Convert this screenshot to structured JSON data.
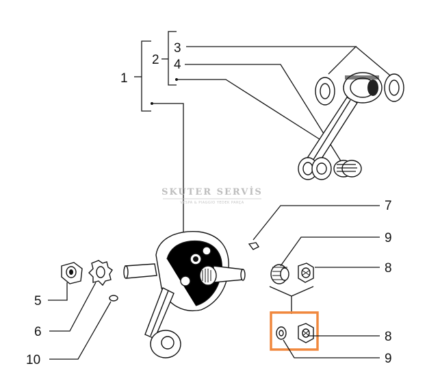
{
  "watermark": {
    "brand": "SKUTER SERVİS",
    "tagline": "VESPA & PIAGGIO YEDEK PARÇA"
  },
  "callouts": {
    "c1": "1",
    "c2": "2",
    "c3": "3",
    "c4": "4",
    "c5": "5",
    "c6": "6",
    "c7": "7",
    "c8a": "8",
    "c8b": "8",
    "c9a": "9",
    "c9b": "9",
    "c10": "10"
  },
  "colors": {
    "highlight": "#f0883e",
    "ink": "#111111",
    "watermark": "#bdbdbd"
  }
}
